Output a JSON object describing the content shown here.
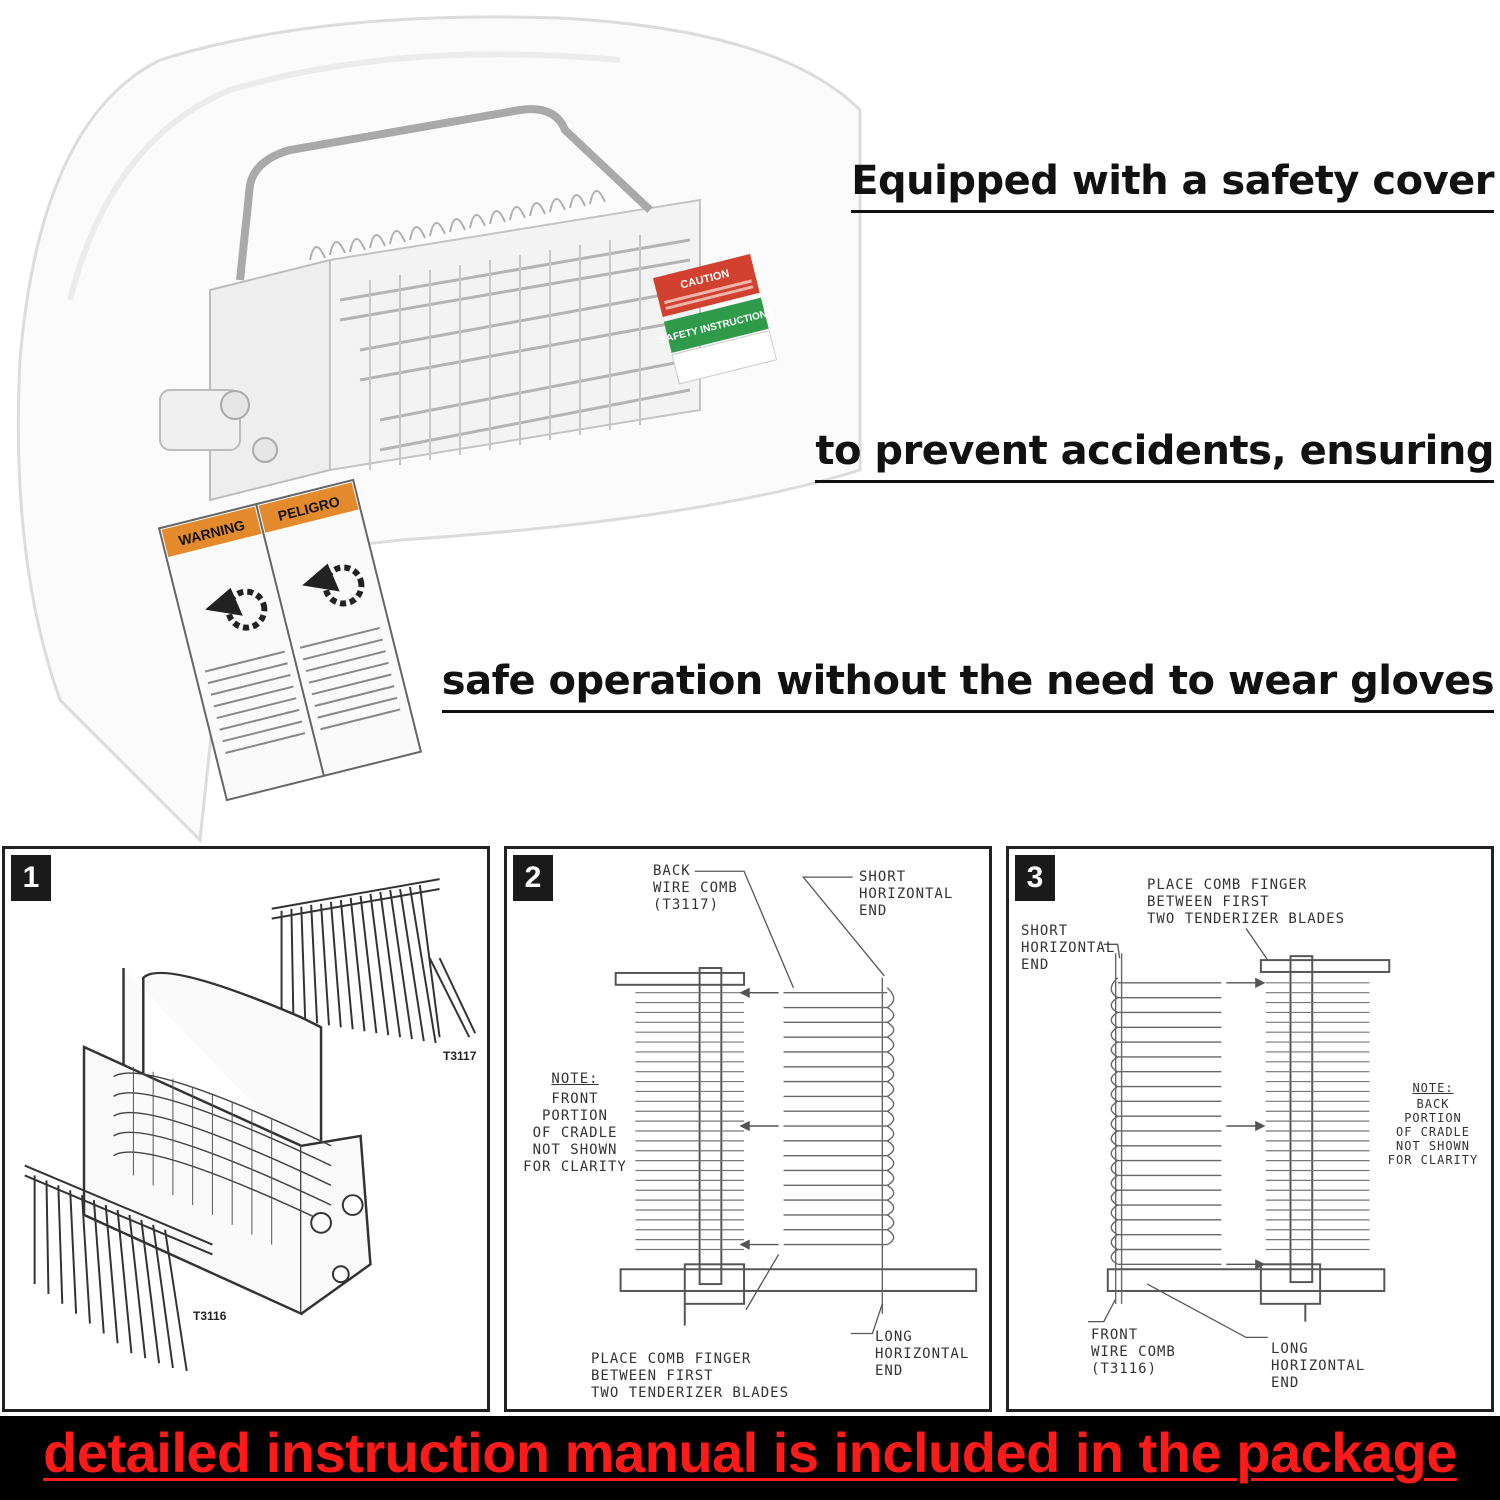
{
  "headlines": {
    "line1": "Equipped with a safety cover",
    "line2": "to prevent accidents, ensuring",
    "line3": "safe operation without the need to wear gloves"
  },
  "labels_on_product": {
    "warning": "WARNING",
    "peligro": "PELIGRO",
    "caution": "CAUTION",
    "safety_instructions": "SAFETY INSTRUCTIONS"
  },
  "panels": [
    {
      "step": "1",
      "parts": {
        "top": "T3117",
        "bottom": "T3116"
      }
    },
    {
      "step": "2",
      "back_comb": "BACK\nWIRE COMB\n(T3117)",
      "short_end": "SHORT\nHORIZONTAL\nEND",
      "note_title": "NOTE:",
      "note_body": "FRONT\nPORTION\nOF CRADLE\nNOT SHOWN\nFOR CLARITY",
      "place_finger": "PLACE COMB FINGER\nBETWEEN FIRST\nTWO TENDERIZER BLADES",
      "long_end": "LONG\nHORIZONTAL\nEND"
    },
    {
      "step": "3",
      "place_finger": "PLACE COMB FINGER\nBETWEEN FIRST\nTWO TENDERIZER BLADES",
      "short_end": "SHORT\nHORIZONTAL\nEND",
      "note_title": "NOTE:",
      "note_body": "BACK\nPORTION\nOF CRADLE\nNOT SHOWN\nFOR CLARITY",
      "front_comb": "FRONT\nWIRE COMB\n(T3116)",
      "long_end": "LONG\nHORIZONTAL\nEND"
    }
  ],
  "banner": "detailed instruction manual is included in the package",
  "colors": {
    "banner_bg": "#000000",
    "banner_text": "#ff1a1a",
    "warning_orange": "#e38a2c",
    "caution_red": "#d2412f",
    "safety_green": "#2f9a4a"
  }
}
